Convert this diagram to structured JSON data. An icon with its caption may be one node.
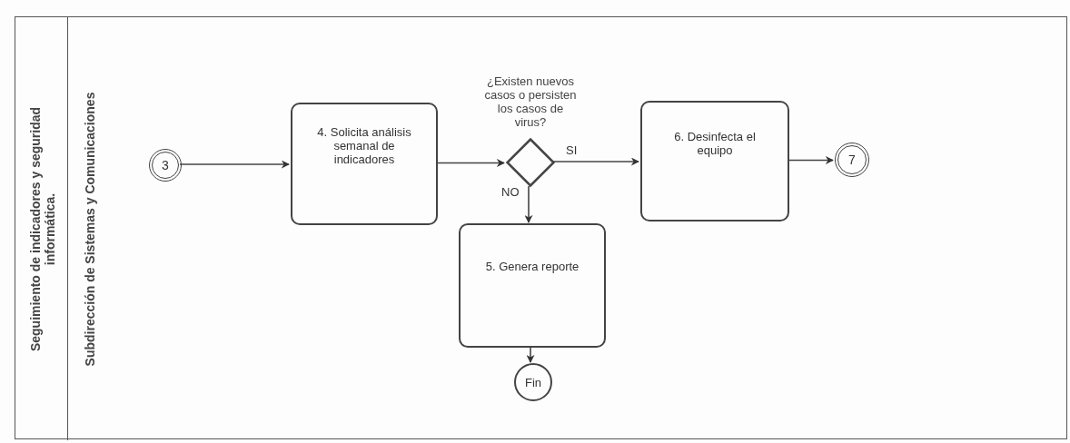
{
  "diagram": {
    "nodes": [
      {
        "text": [
          "Seguimiento de indicadores y seguridad informática."
        ]
      },
      {
        "text": [
          "Subdirección de Sistemas y Comunicaciones"
        ],
        "in": 0
      },
      {
        "text": [
          "3"
        ],
        "in": 1
      },
      {
        "text": [
          "4. Solicita análisis semanal de indicadores"
        ],
        "in": 1
      },
      {
        "text": [],
        "shape": "diamond",
        "beside": [
          "¿Existen nuevos casos o persisten los casos de virus?"
        ],
        "in": 1
      },
      {
        "text": [
          "6. Desinfecta el equipo"
        ],
        "in": 1
      },
      {
        "text": [
          "7"
        ],
        "in": 1
      },
      {
        "text": [
          "5. Genera reporte"
        ],
        "in": 1
      },
      {
        "text": [
          "Fin"
        ],
        "in": 1
      }
    ],
    "edges": [
      {
        "from": 2,
        "to": 3,
        "arrow": "to"
      },
      {
        "from": 3,
        "to": 4,
        "arrow": "to"
      },
      {
        "from": 4,
        "to": 5,
        "arrow": "to",
        "label": "SI"
      },
      {
        "from": 4,
        "to": 7,
        "arrow": "to",
        "label": "NO"
      },
      {
        "from": 5,
        "to": 6,
        "arrow": "to"
      },
      {
        "from": 7,
        "to": 8,
        "arrow": "to"
      }
    ]
  }
}
